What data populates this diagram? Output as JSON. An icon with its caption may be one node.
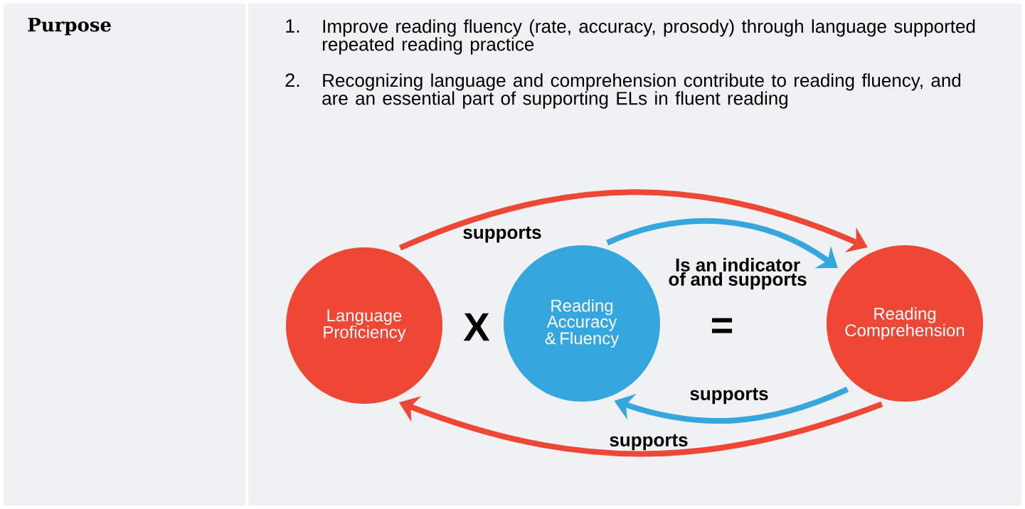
{
  "diagram": {
    "nodes": [
      {
        "text": [
          "Language Proficiency"
        ]
      },
      {
        "text": [
          "Reading Accuracy & Fluency"
        ]
      },
      {
        "text": [
          "Reading Comprehension"
        ]
      }
    ],
    "edges": [
      {
        "from": 0,
        "to": 2,
        "arrow": "to",
        "label": "supports",
        "color": "#ee4735"
      },
      {
        "from": 1,
        "to": 2,
        "arrow": "to",
        "label": "Is an indicator of and supports",
        "color": "#35a7de"
      },
      {
        "from": 2,
        "to": 1,
        "arrow": "to",
        "label": "supports",
        "color": "#35a7de"
      },
      {
        "from": 2,
        "to": 0,
        "arrow": "to",
        "label": "supports",
        "color": "#ee4735"
      }
    ],
    "labels": [
      "Purpose",
      "1.",
      "Improve reading fluency (rate, accuracy, prosody) through language supported repeated reading practice",
      "2.",
      "Recognizing language and comprehension contribute to reading fluency, and are an essential part of supporting ELs in fluent reading",
      "X",
      "="
    ]
  }
}
